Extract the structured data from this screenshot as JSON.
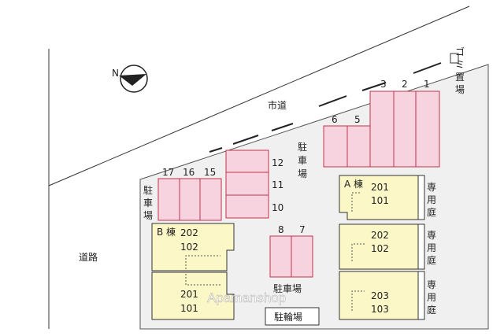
{
  "roads": {
    "city_road": "市道",
    "road": "道路"
  },
  "garbage_area": [
    "ゴ",
    "ミ",
    "置",
    "場"
  ],
  "parking_labels": {
    "center_right": [
      "駐",
      "車",
      "場"
    ],
    "left": [
      "駐",
      "車",
      "場"
    ],
    "bottom": "駐車場",
    "bicycle": "駐輪場"
  },
  "parking_top_right": [
    "3",
    "2",
    "1"
  ],
  "parking_top_mid": [
    "6",
    "5"
  ],
  "parking_mid_stack": [
    "12",
    "11",
    "10"
  ],
  "parking_left_row": [
    "17",
    "16",
    "15"
  ],
  "parking_center": [
    "8",
    "7"
  ],
  "building_a": {
    "name": "A 棟",
    "unit_upper": "201",
    "unit_lower": "101",
    "unit_upper2": "202",
    "unit_lower2": "102",
    "unit_upper3": "203",
    "unit_lower3": "103"
  },
  "building_b": {
    "name": "B 棟",
    "unit_upper": "202",
    "unit_lower": "102",
    "unit_upper2": "201",
    "unit_lower2": "101"
  },
  "private_garden": [
    "専",
    "用",
    "庭"
  ],
  "watermark": "Apamanshop",
  "colors": {
    "parking": "#f7d3df",
    "parking_stroke": "#c0334e",
    "building": "#fbf7c6",
    "site": "#f0f0f0"
  }
}
